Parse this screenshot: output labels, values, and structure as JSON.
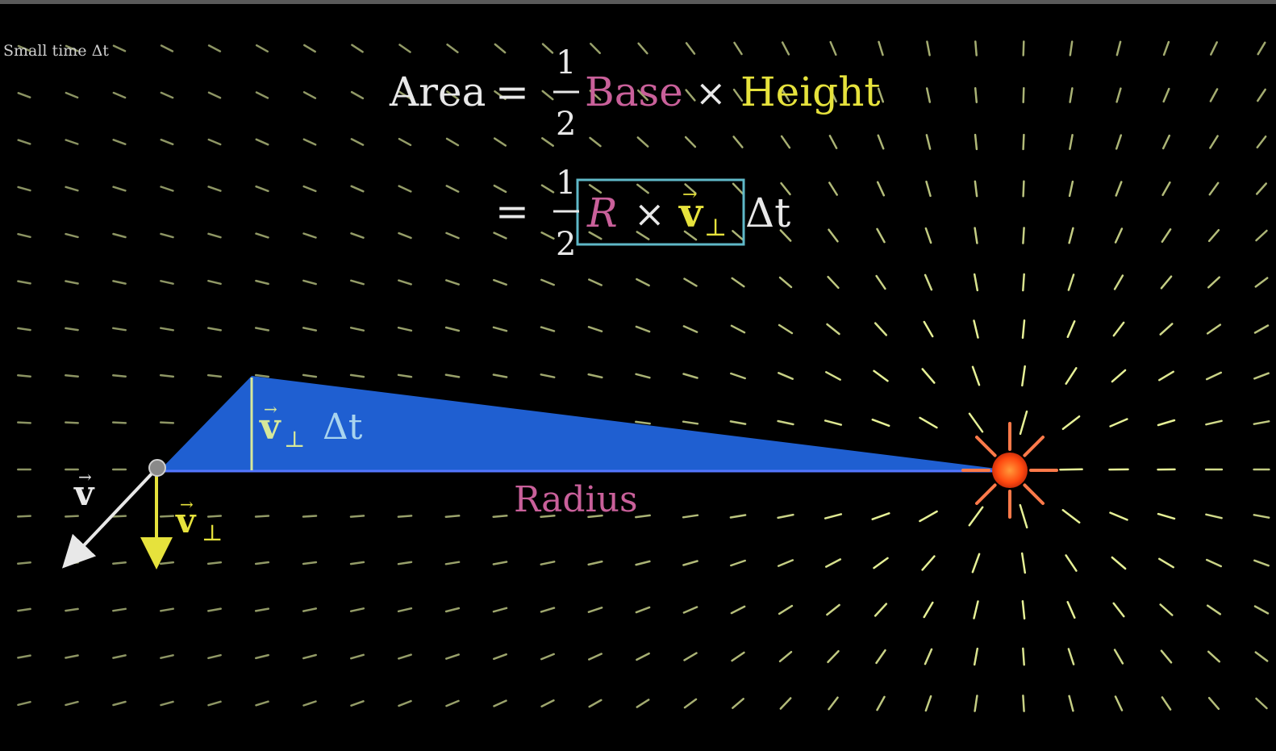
{
  "caption": "Small time Δt",
  "equation": {
    "line1": {
      "lhs": "Area",
      "equals": "=",
      "frac_num": "1",
      "frac_den": "2",
      "base": "Base",
      "times": "×",
      "height": "Height"
    },
    "line2": {
      "equals": "=",
      "frac_num": "1",
      "frac_den": "2",
      "r": "R",
      "times": "×",
      "v": "v",
      "perp": "⊥",
      "delta_t": "Δt"
    }
  },
  "labels": {
    "height_label_v": "v",
    "height_label_perp": "⊥",
    "height_label_dt": "Δt",
    "radius": "Radius",
    "velocity": "v",
    "vperp": "v",
    "vperp_sub": "⊥"
  },
  "colors": {
    "background": "#000000",
    "white": "#e8e8e8",
    "pink": "#c9609a",
    "yellow": "#e6e23c",
    "blue_fill": "#1f5fd1",
    "teal_box": "#5fb8c8",
    "light_blue_text": "#a9d4ee",
    "sun_core": "#ff5a1a",
    "sun_rays": "#ff7a4a",
    "field_arrows": "#b9c88a"
  },
  "icons": {
    "velocity_arrow": "arrow-down-left-icon",
    "vperp_arrow": "arrow-down-icon",
    "sun": "sun-icon",
    "planet": "planet-icon"
  }
}
